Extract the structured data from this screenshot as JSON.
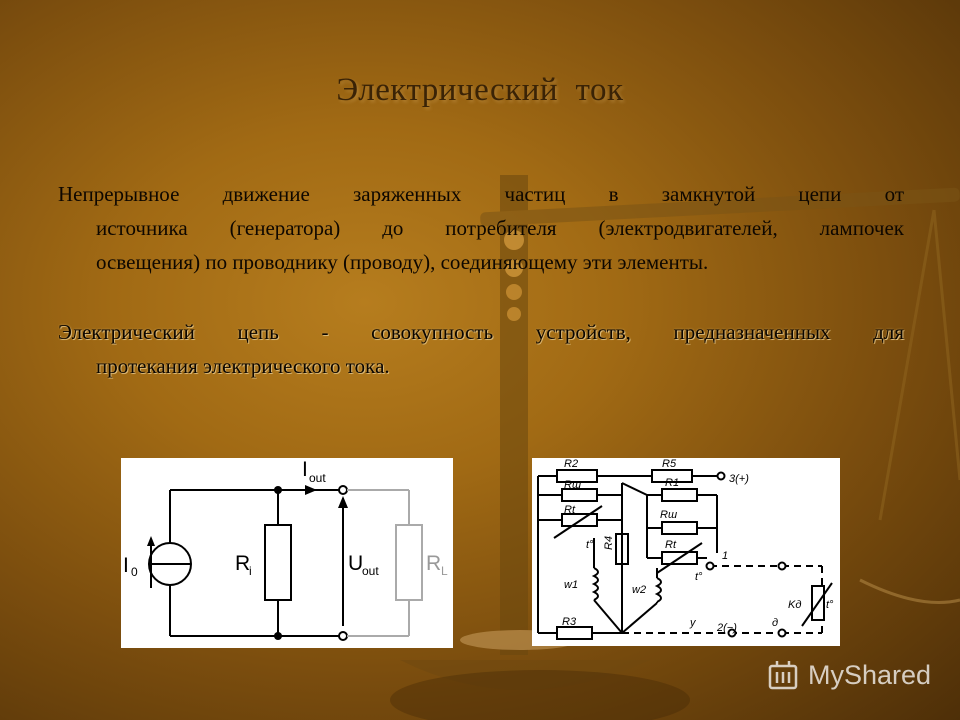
{
  "slide": {
    "title": "Электрический  ток",
    "paragraph1": {
      "line1": "Непрерывное движение заряженных частиц в замкнутой цепи от",
      "line2": "источника (генератора) до потребителя (электродвигателей, лампочек",
      "line3": "освещения) по проводнику (проводу), соединяющему эти элементы."
    },
    "paragraph2": {
      "line1": "Электрический цепь - совокупность устройств, предназначенных для",
      "line2": "протекания электрического тока."
    }
  },
  "circuit1": {
    "source_label": "I",
    "source_sub": "0",
    "ri_label": "R",
    "ri_sub": "i",
    "iout_label": "I",
    "iout_sub": "out",
    "uout_label": "U",
    "uout_sub": "out",
    "rl_label": "R",
    "rl_sub": "L"
  },
  "circuit2": {
    "labels": {
      "r2": "R2",
      "r5": "R5",
      "r1": "R1",
      "r4": "R4",
      "r3": "R3",
      "rsh_left": "Rш",
      "rt_left": "Rt",
      "t_left": "t°",
      "rsh_right": "Rш",
      "rt_right": "Rt",
      "t_right": "t°",
      "w1": "w1",
      "w2": "w2",
      "kd": "Kд",
      "t_kd": "t°",
      "term3": "3(+)",
      "term1": "1",
      "term2": "2(−)",
      "u": "у",
      "d": "д"
    }
  },
  "watermark": {
    "text": "MyShared"
  },
  "colors": {
    "background": "#a16a14",
    "title": "#3a2306",
    "text": "#0e0700"
  }
}
